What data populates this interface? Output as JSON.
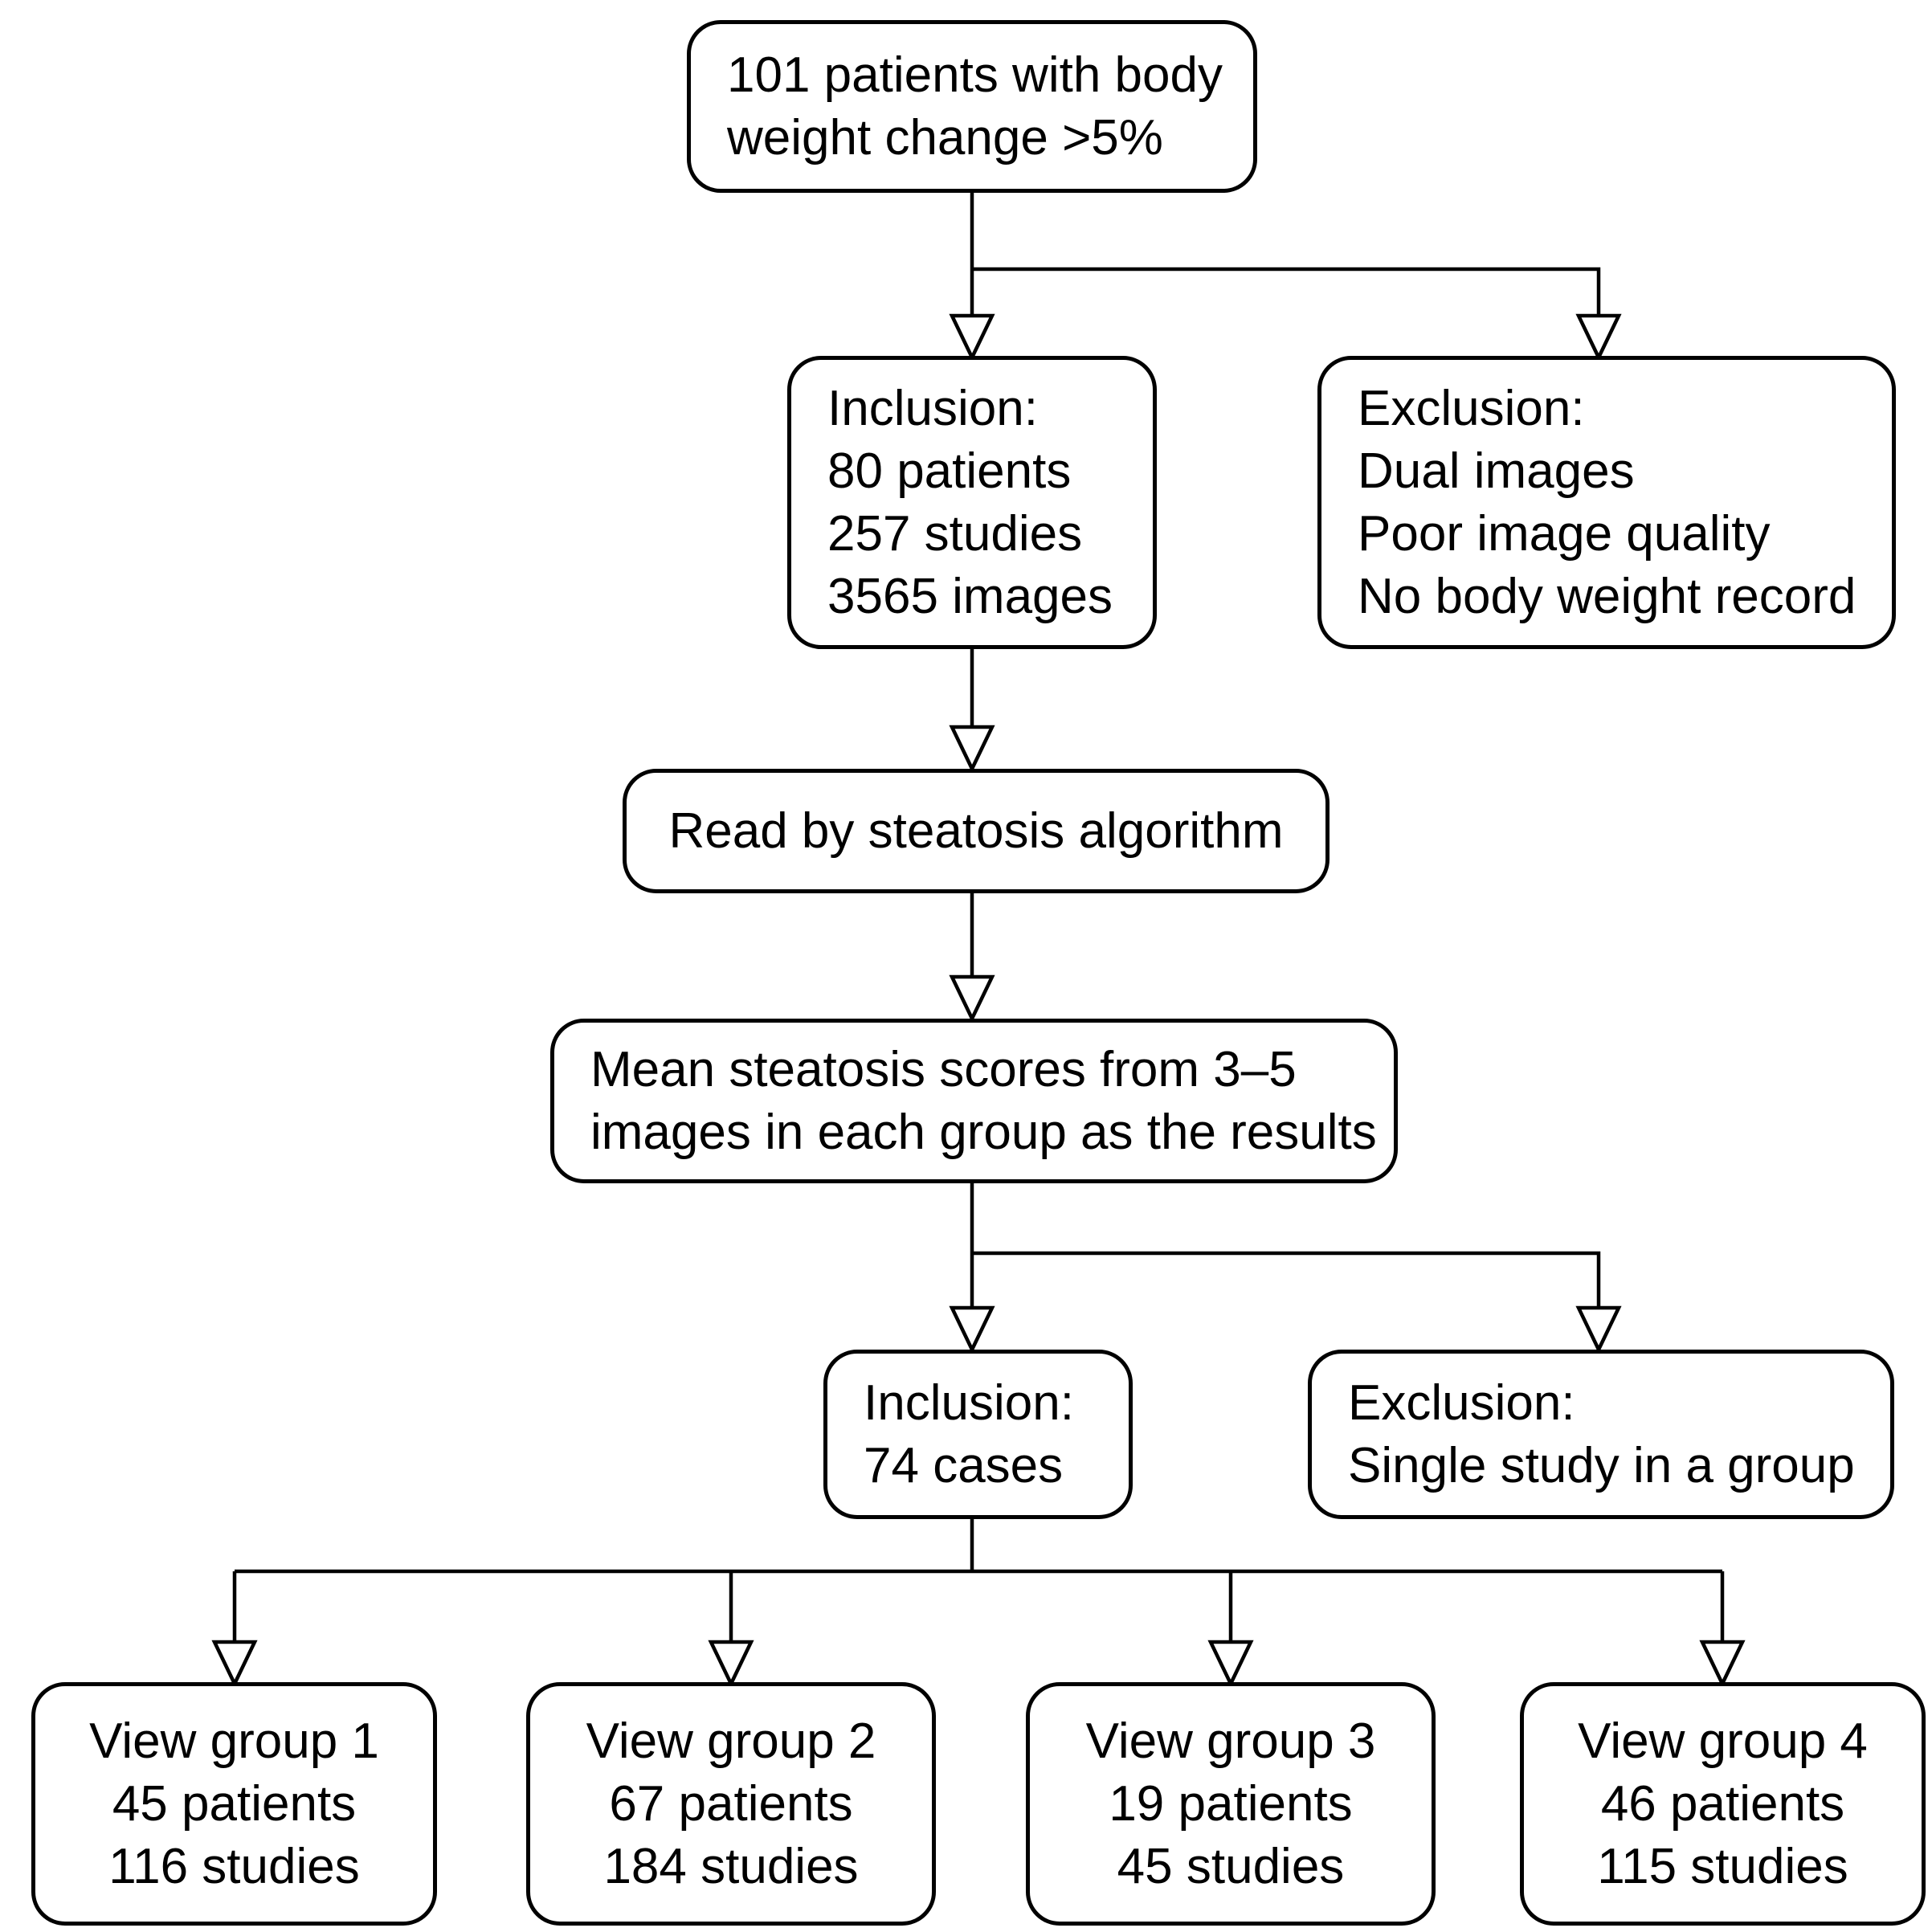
{
  "figure": {
    "type": "flowchart",
    "colors": {
      "line": "#000000",
      "text": "#000000",
      "background": "#ffffff"
    },
    "nodes": {
      "top": {
        "lines": [
          "101 patients with body",
          "weight change >5%"
        ]
      },
      "inclusion1": {
        "lines": [
          "Inclusion:",
          "80 patients",
          "257 studies",
          "3565 images"
        ]
      },
      "exclusion1": {
        "lines": [
          "Exclusion:",
          "Dual images",
          "Poor image quality",
          "No body weight record"
        ]
      },
      "algorithm": {
        "lines": [
          "Read by steatosis algorithm"
        ]
      },
      "mean": {
        "lines": [
          "Mean steatosis scores from 3–5",
          "images in each group as the results"
        ]
      },
      "inclusion2": {
        "lines": [
          "Inclusion:",
          "74 cases"
        ]
      },
      "exclusion2": {
        "lines": [
          "Exclusion:",
          "Single study in a group"
        ]
      },
      "group1": {
        "lines": [
          "View group 1",
          "45 patients",
          "116 studies"
        ]
      },
      "group2": {
        "lines": [
          "View group 2",
          "67 patients",
          "184 studies"
        ]
      },
      "group3": {
        "lines": [
          "View group 3",
          "19 patients",
          "45 studies"
        ]
      },
      "group4": {
        "lines": [
          "View group 4",
          "46 patients",
          "115 studies"
        ]
      }
    }
  }
}
